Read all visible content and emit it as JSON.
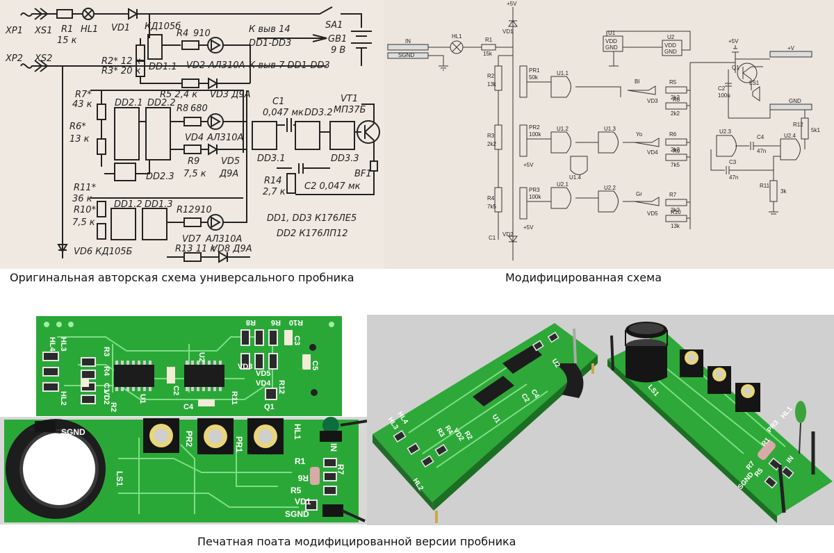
{
  "captions": {
    "original": "Оригинальная авторская схема универсального пробника",
    "modified": "Модифицированная схема",
    "pcb": "Печатная поата модифицированной версии пробника"
  },
  "original_schematic": {
    "connectors": [
      "XP1",
      "XS1",
      "XP2",
      "XS2"
    ],
    "r1": [
      "R1",
      "15 к"
    ],
    "hl1": "HL1",
    "vd1": [
      "VD1",
      "КД105б"
    ],
    "r2": "R2* 12 к",
    "r3": "R3* 20 к",
    "dd11": "DD1.1",
    "r4": [
      "R4",
      "910"
    ],
    "vd2": [
      "VD2",
      "АЛ310А"
    ],
    "r5": "R5 2,4 к",
    "vd3": "VD3 Д9А",
    "pin14": [
      "К выв 14",
      "DD1-DD3"
    ],
    "pin7": "К выв 7 DD1-DD3",
    "sa1": "SA1",
    "gb1": [
      "GB1",
      "9 В"
    ],
    "r7": [
      "R7*",
      "43 к"
    ],
    "r6": [
      "R6*",
      "13 к"
    ],
    "dd21": "DD2.1",
    "dd22": "DD2.2",
    "dd23": "DD2.3",
    "r8": [
      "R8",
      "680"
    ],
    "vd4": [
      "VD4",
      "АЛ310А"
    ],
    "r9": [
      "R9",
      "7,5 к"
    ],
    "vd5": [
      "VD5",
      "Д9А"
    ],
    "c1": [
      "C1",
      "0,047 мк"
    ],
    "dd31": "DD3.1",
    "dd32": "DD3.2",
    "dd33": "DD3.3",
    "vt1": [
      "VT1",
      "МП37Б"
    ],
    "bf1": "BF1",
    "r14": [
      "R14",
      "2,7 к"
    ],
    "c2": "C2 0,047 мк",
    "r11": [
      "R11*",
      "36 к"
    ],
    "r10": [
      "R10*",
      "7,5 к"
    ],
    "dd12": "DD1.2",
    "dd13": "DD1.3",
    "r12": [
      "R12",
      "910"
    ],
    "vd7": [
      "VD7",
      "АЛ310А"
    ],
    "r13": "R13 11 к",
    "vd8": "VD8 Д9А",
    "vd6": "VD6 КД105Б",
    "notes": [
      "DD1, DD3   К176ЛЕ5",
      "DD2   К176ЛП12"
    ]
  },
  "modified_schematic": {
    "in": "IN",
    "sgnd": "SGND",
    "hl1": "HL1",
    "r1": [
      "R1",
      "15k"
    ],
    "v5_top": "+5V",
    "vd1": "VD1",
    "r2": [
      "R2",
      "13k"
    ],
    "pr1": [
      "PR1",
      "50k"
    ],
    "r3": [
      "R3",
      "2k2"
    ],
    "pr2": [
      "PR2",
      "100k"
    ],
    "r4": [
      "R4",
      "7k5"
    ],
    "pr3": [
      "PR3",
      "100k"
    ],
    "v5_a": "+5V",
    "v5_b": "+5V",
    "c1": "C1",
    "vd2": "VD2",
    "u1": [
      "U1",
      "VDD",
      "GND"
    ],
    "u2": [
      "U2",
      "VDD",
      "GND"
    ],
    "u11": "U1.1",
    "u12": "U1.2",
    "u13": "U1.3",
    "u14": "U1.4",
    "u21": "U2.1",
    "u22": "U2.2",
    "u23": "U2.3",
    "u24": "U2.4",
    "bl": "Bl",
    "yo": "Yo",
    "gr": "Gr",
    "vd3": "VD3",
    "vd4": "VD4",
    "vd5": "VD5",
    "r5": [
      "R5",
      "2k2"
    ],
    "r6": [
      "R6",
      "2k2"
    ],
    "r7": [
      "R7",
      "2k2"
    ],
    "r8": [
      "R8",
      "2k2"
    ],
    "r9": [
      "R9",
      "7k5"
    ],
    "r10": [
      "R10",
      "13k"
    ],
    "v5_right": "+5V",
    "vplus": "+V",
    "q1": "Q1",
    "c2": [
      "C2",
      "100u"
    ],
    "ls1": "LS1",
    "gnd": "GND",
    "r12": [
      "R12",
      "5k1"
    ],
    "c4": [
      "C4",
      "47n"
    ],
    "c3": [
      "C3",
      "47n"
    ],
    "r11": [
      "R11",
      "3k"
    ]
  },
  "pcb_top": {
    "labels": [
      "R10",
      "R6",
      "R8",
      "R3",
      "R4",
      "C1",
      "VD2",
      "R2",
      "U1",
      "U2",
      "C2",
      "C4",
      "C3",
      "C5",
      "VD5",
      "VD3",
      "VD4",
      "R12",
      "R11",
      "Q1",
      "HL3",
      "HL4",
      "HL2"
    ]
  },
  "pcb_bottom": {
    "labels": [
      "SGND",
      "LS1",
      "PR2",
      "PR1",
      "HL1",
      "IN",
      "R1",
      "R7",
      "R6",
      "R5",
      "VD1",
      "SGND"
    ]
  },
  "pcb_3d_left": {
    "labels": [
      "R3",
      "R4",
      "VD2",
      "R2",
      "U1",
      "C2",
      "C4",
      "U2",
      "HL3",
      "HL4",
      "HL2"
    ]
  },
  "pcb_3d_right": {
    "labels": [
      "LS1",
      "HL1",
      "PR3",
      "R1",
      "IN",
      "R7",
      "R5",
      "SGND"
    ]
  }
}
